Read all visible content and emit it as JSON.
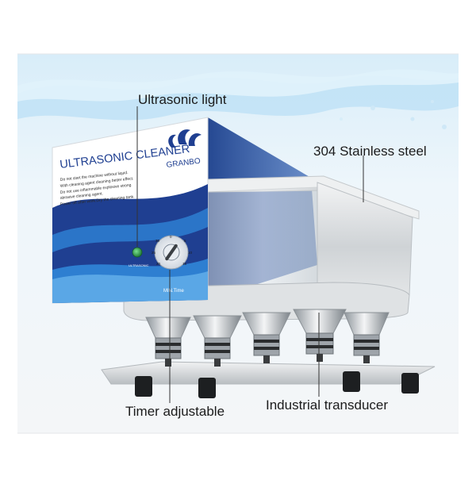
{
  "callouts": {
    "ultrasonic_light": "Ultrasonic light",
    "stainless_steel": "304 Stainless steel",
    "timer_adjustable": "Timer adjustable",
    "industrial_transducer": "Industrial transducer"
  },
  "panel": {
    "title": "ULTRASONIC CLEANER",
    "brand": "GRANBO",
    "warnings": [
      "Do not start the machine without liquid.",
      "With cleaning agent cleaning better effect.",
      "Do not use inflammable explosive strong",
      "abrasive cleaning agent.",
      "Power off after work.Dry the cleaning tank."
    ],
    "light_label": "ULTRASONIC",
    "dial_label": "MIN.Time",
    "dial_ticks": [
      "0",
      "5",
      "10",
      "15",
      "20",
      "25",
      "30"
    ]
  },
  "colors": {
    "panel_blue": "#1f3f91",
    "panel_light_blue": "#2e7fd1",
    "water": "#bfe2f6",
    "steel": "#d9dde0",
    "indicator_green": "#2e9a4a",
    "background": "#ffffff"
  }
}
